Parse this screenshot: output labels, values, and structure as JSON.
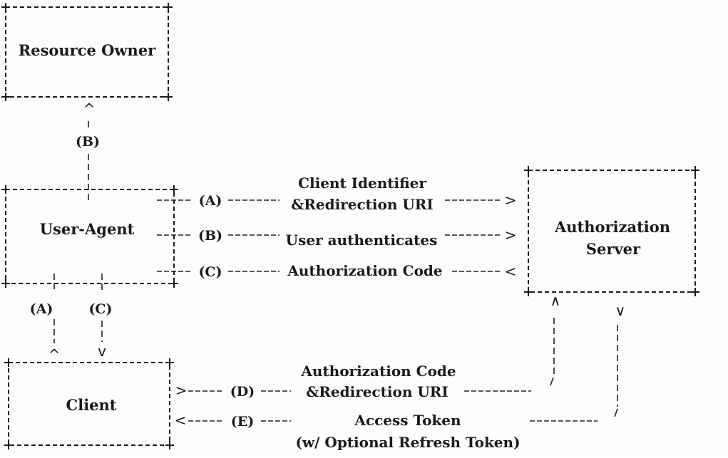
{
  "nodes": {
    "resource_owner": "Resource Owner",
    "user_agent": "User-Agent",
    "authorization_server_line1": "Authorization",
    "authorization_server_line2": "Server",
    "client": "Client"
  },
  "flows": {
    "a_label": "(A)",
    "a_text_line1": "Client Identifier",
    "a_text_line2": "&Redirection URI",
    "b_label": "(B)",
    "b_text": "User authenticates",
    "c_label": "(C)",
    "c_text": "Authorization Code",
    "d_label": "(D)",
    "d_text_line1": "Authorization Code",
    "d_text_line2": "&Redirection URI",
    "e_label": "(E)",
    "e_text_line1": "Access Token",
    "e_text_line2": "(w/ Optional Refresh Token)",
    "vertical_b_label": "(B)",
    "vertical_a_label": "(A)",
    "vertical_c_label": "(C)"
  },
  "arrowheads": {
    "up": "^",
    "down": "v",
    "right": ">",
    "left": "<",
    "up_large": "∧",
    "down_large": "∨"
  }
}
